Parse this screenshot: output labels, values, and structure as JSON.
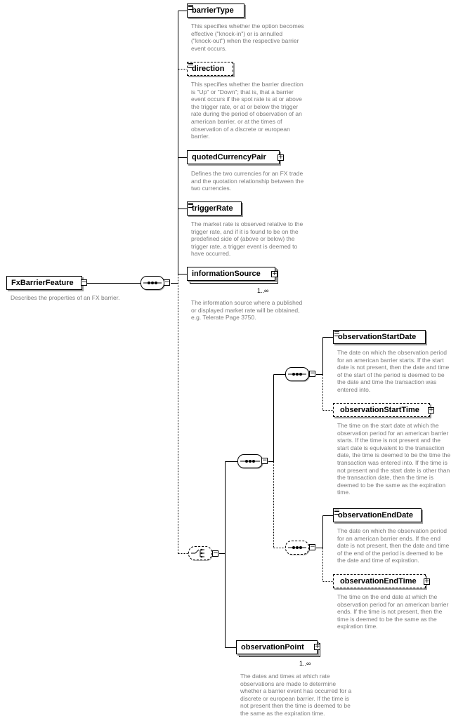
{
  "root": {
    "name": "FxBarrierFeature",
    "description": "Describes the properties of an FX barrier."
  },
  "elements": {
    "barrierType": {
      "name": "barrierType",
      "description": [
        "This specifies whether the option becomes",
        "effective (\"knock-in\") or is annulled",
        "(\"knock-out\") when the respective barrier",
        "event occurs."
      ]
    },
    "direction": {
      "name": "direction",
      "description": [
        "This specifies whether the barrier direction",
        "is \"Up\" or \"Down\"; that is, that a barrier",
        "event occurs if the spot rate is at or above",
        "the trigger rate, or at or below the trigger",
        "rate during the period of observation of an",
        "american barrier, or at the times of",
        "observation of a discrete or european",
        "barrier."
      ]
    },
    "quotedCurrencyPair": {
      "name": "quotedCurrencyPair",
      "description": [
        "Defines the two currencies for an FX trade",
        "and the quotation relationship between the",
        "two currencies."
      ]
    },
    "triggerRate": {
      "name": "triggerRate",
      "description": [
        "The market rate is observed relative to the",
        "trigger rate, and if it is found to be on the",
        "predefined side of (above or below) the",
        "trigger rate, a trigger event is deemed to",
        "have occurred."
      ]
    },
    "informationSource": {
      "name": "informationSource",
      "multiplicity": "1..∞",
      "description": [
        "The information source where a published",
        "or displayed market rate will be obtained,",
        "e.g. Telerate Page 3750."
      ]
    },
    "observationStartDate": {
      "name": "observationStartDate",
      "description": [
        "The date on which the observation period",
        "for an american barrier starts. If the start",
        "date is not present, then the date and time",
        "of the start of the period is deemed to be",
        "the date and time the transaction was",
        "entered into."
      ]
    },
    "observationStartTime": {
      "name": "observationStartTime",
      "description": [
        "The time on the start date at which the",
        "observation period for an american barrier",
        "starts. If the time is not present and the",
        "start date is equivalent to the transaction",
        "date, the time is deemed to be the time the",
        "transaction was entered into. If the time is",
        "not present and the start date is other than",
        "the transaction date, then the time is",
        "deemed to be the same as the expiration",
        "time."
      ]
    },
    "observationEndDate": {
      "name": "observationEndDate",
      "description": [
        "The date on which the observation period",
        "for an american barrier ends. If the end",
        "date is not present, then the date and time",
        "of the end of the period is deemed to be",
        "the date and time of expiration."
      ]
    },
    "observationEndTime": {
      "name": "observationEndTime",
      "description": [
        "The time on the end date at which the",
        "observation period for an american barrier",
        "ends. If the time is not present, then the",
        "time is deemed to be the same as the",
        "expiration time."
      ]
    },
    "observationPoint": {
      "name": "observationPoint",
      "multiplicity": "1..∞",
      "description": [
        "The dates and times at which rate",
        "observations are made to determine",
        "whether a barrier event has occurred for a",
        "discrete or european barrier. If the time is",
        "not present then the time is deemed to be",
        "the same as the expiration time."
      ]
    }
  },
  "icons": {
    "expanded": "minus-box-icon",
    "collapsed": "plus-box-icon",
    "sequence": "sequence-compositor-icon",
    "choice": "choice-compositor-icon",
    "annotation": "documentation-mark-icon"
  }
}
